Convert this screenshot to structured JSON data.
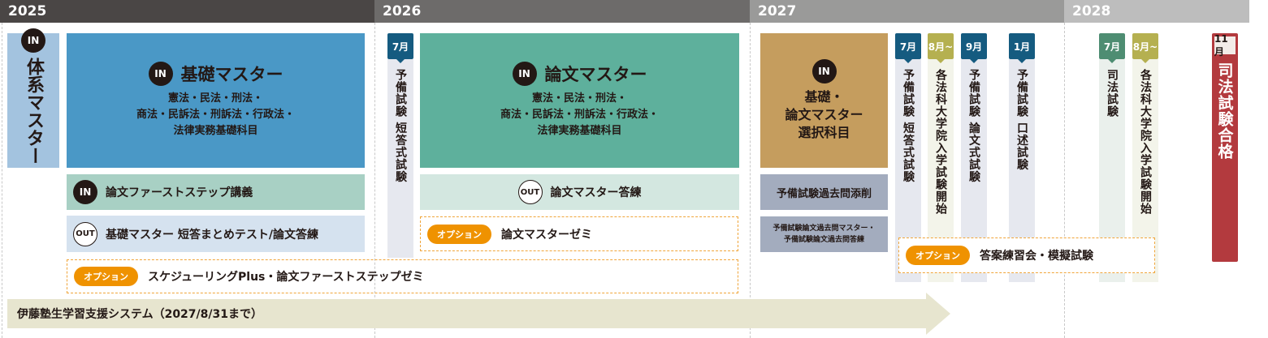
{
  "years": [
    "2025",
    "2026",
    "2027",
    "2028"
  ],
  "colors": {
    "y2025": "#4a4645",
    "y2026": "#6d6b6a",
    "y2027": "#9a9a99",
    "y2028": "#bdbdbd",
    "kiso": "#4a98c6",
    "taikei": "#a3c3df",
    "ronbun": "#5eb09c",
    "sentaku": "#c59d5e",
    "option": "#ef9200",
    "goukaku": "#b33a3e"
  },
  "badges": {
    "in": "IN",
    "out": "OUT",
    "option": "オプション"
  },
  "taikei": {
    "title": "体系マスター"
  },
  "kiso": {
    "title": "基礎マスター",
    "subjects": [
      "憲法・民法・刑法・",
      "商法・民訴法・刑訴法・行政法・",
      "法律実務基礎科目"
    ]
  },
  "first_step": "論文ファーストステップ講義",
  "kiso_out": "基礎マスター 短答まとめテスト/論文答練",
  "scheduling_option": "スケジューリングPlus・論文ファーストステップゼミ",
  "ronbun": {
    "title": "論文マスター",
    "subjects": [
      "憲法・民法・刑法・",
      "商法・民訴法・刑訴法・行政法・",
      "法律実務基礎科目"
    ]
  },
  "ronbun_out": "論文マスター答練",
  "ronbun_option": "論文マスターゼミ",
  "sentaku": {
    "lines": [
      "基礎・",
      "論文マスター",
      "選択科目"
    ]
  },
  "kakomon": "予備試験過去問添削",
  "kakomon2": [
    "予備試験論文過去問マスター・",
    "予備試験論文過去問答練"
  ],
  "toan_option": "答案練習会・模擬試験",
  "support": "伊藤塾生学習支援システム（2027/8/31まで）",
  "exams": [
    {
      "month": "7月",
      "label": "予備試験 短答式試験"
    },
    {
      "month": "7月",
      "label": "予備試験 短答式試験"
    },
    {
      "month": "8月~",
      "label": "各法科大学院入学試験開始"
    },
    {
      "month": "9月",
      "label": "予備試験 論文式試験"
    },
    {
      "month": "1月",
      "label": "予備試験 口述試験"
    },
    {
      "month": "7月",
      "label": "司法試験"
    },
    {
      "month": "8月~",
      "label": "各法科大学院入学試験開始"
    },
    {
      "month": "11月",
      "label": "司法試験合格"
    }
  ]
}
